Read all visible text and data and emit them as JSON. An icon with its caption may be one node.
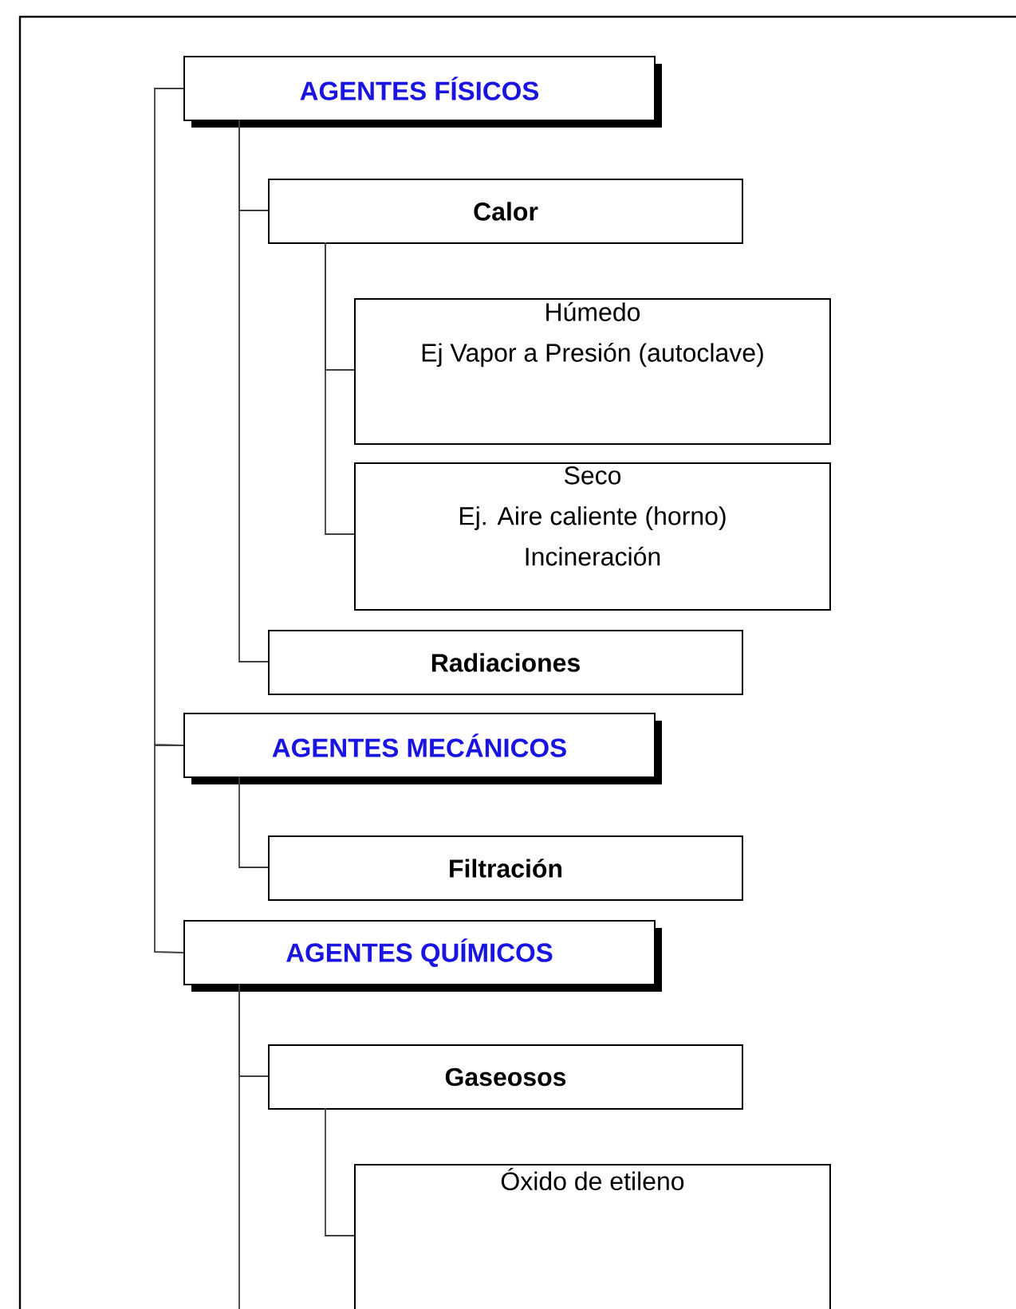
{
  "diagram": {
    "nodes": [
      {
        "text": [
          "AGENTES FÍSICOS"
        ]
      },
      {
        "text": [
          "Calor"
        ]
      },
      {
        "text": [
          "Húmedo",
          "Ej Vapor a Presión (autoclave)"
        ]
      },
      {
        "text": [
          "Seco",
          "Ej. Aire caliente (horno)",
          "Incineración"
        ]
      },
      {
        "text": [
          "Radiaciones"
        ]
      },
      {
        "text": [
          "AGENTES MECÁNICOS"
        ]
      },
      {
        "text": [
          "Filtración"
        ]
      },
      {
        "text": [
          "AGENTES QUÍMICOS"
        ]
      },
      {
        "text": [
          "Gaseosos"
        ]
      },
      {
        "text": [
          "Óxido de etileno"
        ]
      }
    ],
    "edges": [
      {
        "from": 0,
        "to": 1,
        "arrow": "none"
      },
      {
        "from": 1,
        "to": 2,
        "arrow": "none"
      },
      {
        "from": 1,
        "to": 3,
        "arrow": "none"
      },
      {
        "from": 0,
        "to": 4,
        "arrow": "none"
      },
      {
        "from": 0,
        "to": 5,
        "arrow": "none"
      },
      {
        "from": 5,
        "to": 7,
        "arrow": "none"
      },
      {
        "from": 5,
        "to": 6,
        "arrow": "none"
      },
      {
        "from": 7,
        "to": 8,
        "arrow": "none"
      },
      {
        "from": 8,
        "to": 9,
        "arrow": "none"
      },
      {
        "from": 7,
        "to": null,
        "arrow": "none"
      }
    ]
  }
}
